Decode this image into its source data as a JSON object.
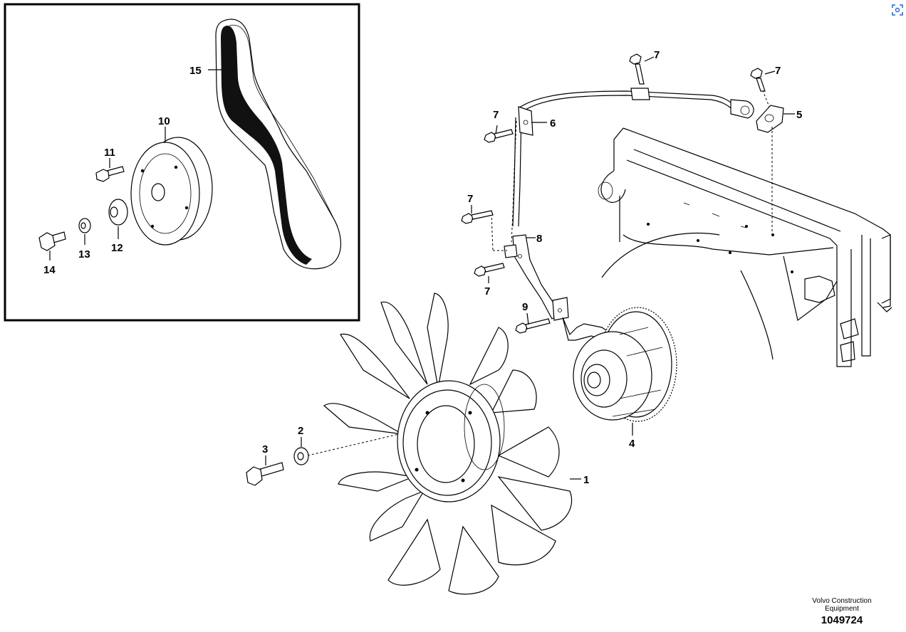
{
  "inset_labels": [
    "10",
    "11",
    "12",
    "13",
    "14",
    "15"
  ],
  "labels": {
    "l1": "1",
    "l2": "2",
    "l3": "3",
    "l4": "4",
    "l5": "5",
    "l6": "6",
    "l7a": "7",
    "l7b": "7",
    "l7c": "7",
    "l7d": "7",
    "l7e": "7",
    "l8": "8",
    "l9": "9",
    "l10": "10",
    "l11": "11",
    "l12": "12",
    "l13": "13",
    "l14": "14",
    "l15": "15"
  },
  "credit": {
    "company": "Volvo Construction Equipment",
    "figure_number": "1049724"
  },
  "toolbar": {
    "icon": "fit-view-icon"
  }
}
